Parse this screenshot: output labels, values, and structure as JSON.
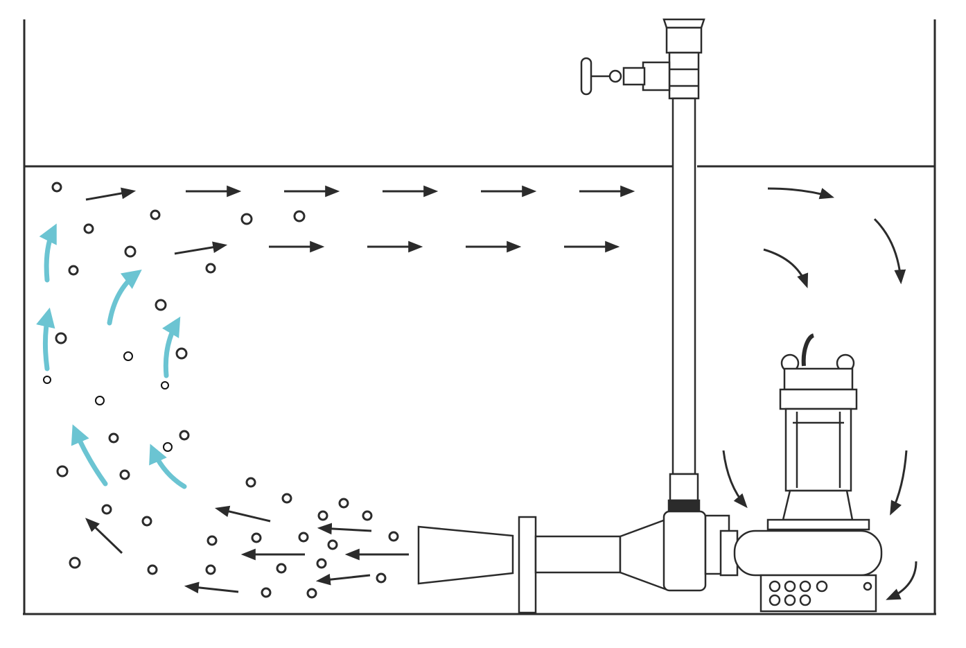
{
  "diagram": {
    "kind": "submersible-pump-jet-aerator-tank-schematic",
    "colors": {
      "line": "#2b2b2b",
      "flow_arrow": "#2b2b2b",
      "bubble_rise_arrow": "#6bc4d2",
      "background": "#ffffff"
    },
    "components": [
      "tank",
      "water-surface",
      "air-intake-pipe",
      "air-valve",
      "submersible-pump",
      "ejector-nozzle",
      "diffuser"
    ],
    "labels": []
  }
}
